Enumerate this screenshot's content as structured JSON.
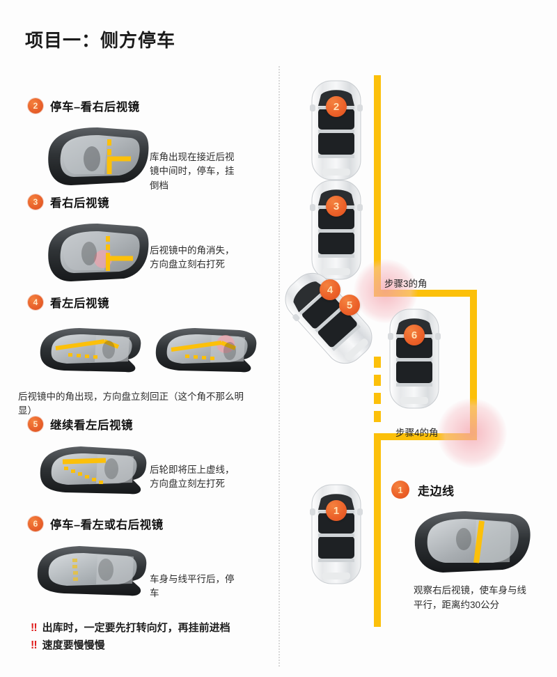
{
  "page": {
    "title": "项目一：侧方停车",
    "accent_orange": "#ec6129",
    "accent_yellow": "#fcc00a",
    "glow_pink": "#f4a0aa",
    "warn_red": "#e02020"
  },
  "left_steps": [
    {
      "number": "2",
      "title": "停车–看右后视镜",
      "caption": "库角出现在接近后视镜中间时，停车，挂倒档",
      "mirror_kind": "right-corner"
    },
    {
      "number": "3",
      "title": "看右后视镜",
      "caption": "后视镜中的角消失，方向盘立刻右打死",
      "mirror_kind": "right-vanish"
    },
    {
      "number": "4",
      "title": "看左后视镜",
      "caption": "后视镜中的角出现，方向盘立刻回正（这个角不那么明显）",
      "mirror_kind": "left-pair"
    },
    {
      "number": "5",
      "title": "继续看左后视镜",
      "caption": "后轮即将压上虚线，方向盘立刻左打死",
      "mirror_kind": "left-dashed"
    },
    {
      "number": "6",
      "title": "停车–看左或右后视镜",
      "caption": "车身与线平行后，停车",
      "mirror_kind": "left-parallel"
    }
  ],
  "warnings": [
    {
      "mark": "‼",
      "text": "出库时，一定要先打转向灯，再挂前进档"
    },
    {
      "mark": "‼",
      "text": "速度要慢慢慢"
    }
  ],
  "diagram": {
    "cars": [
      {
        "number": "2",
        "label": "car-position-2"
      },
      {
        "number": "3",
        "label": "car-position-3"
      },
      {
        "number": "4",
        "label": "car-position-4"
      },
      {
        "number": "5",
        "label": "car-position-5"
      },
      {
        "number": "6",
        "label": "car-position-6"
      },
      {
        "number": "1",
        "label": "car-position-1"
      }
    ],
    "labels": [
      {
        "text": "步骤3的角"
      },
      {
        "text": "步骤4的角"
      }
    ]
  },
  "step_one": {
    "number": "1",
    "title": "走边线",
    "caption": "观察右后视镜，使车身与线平行，距离约30公分"
  }
}
